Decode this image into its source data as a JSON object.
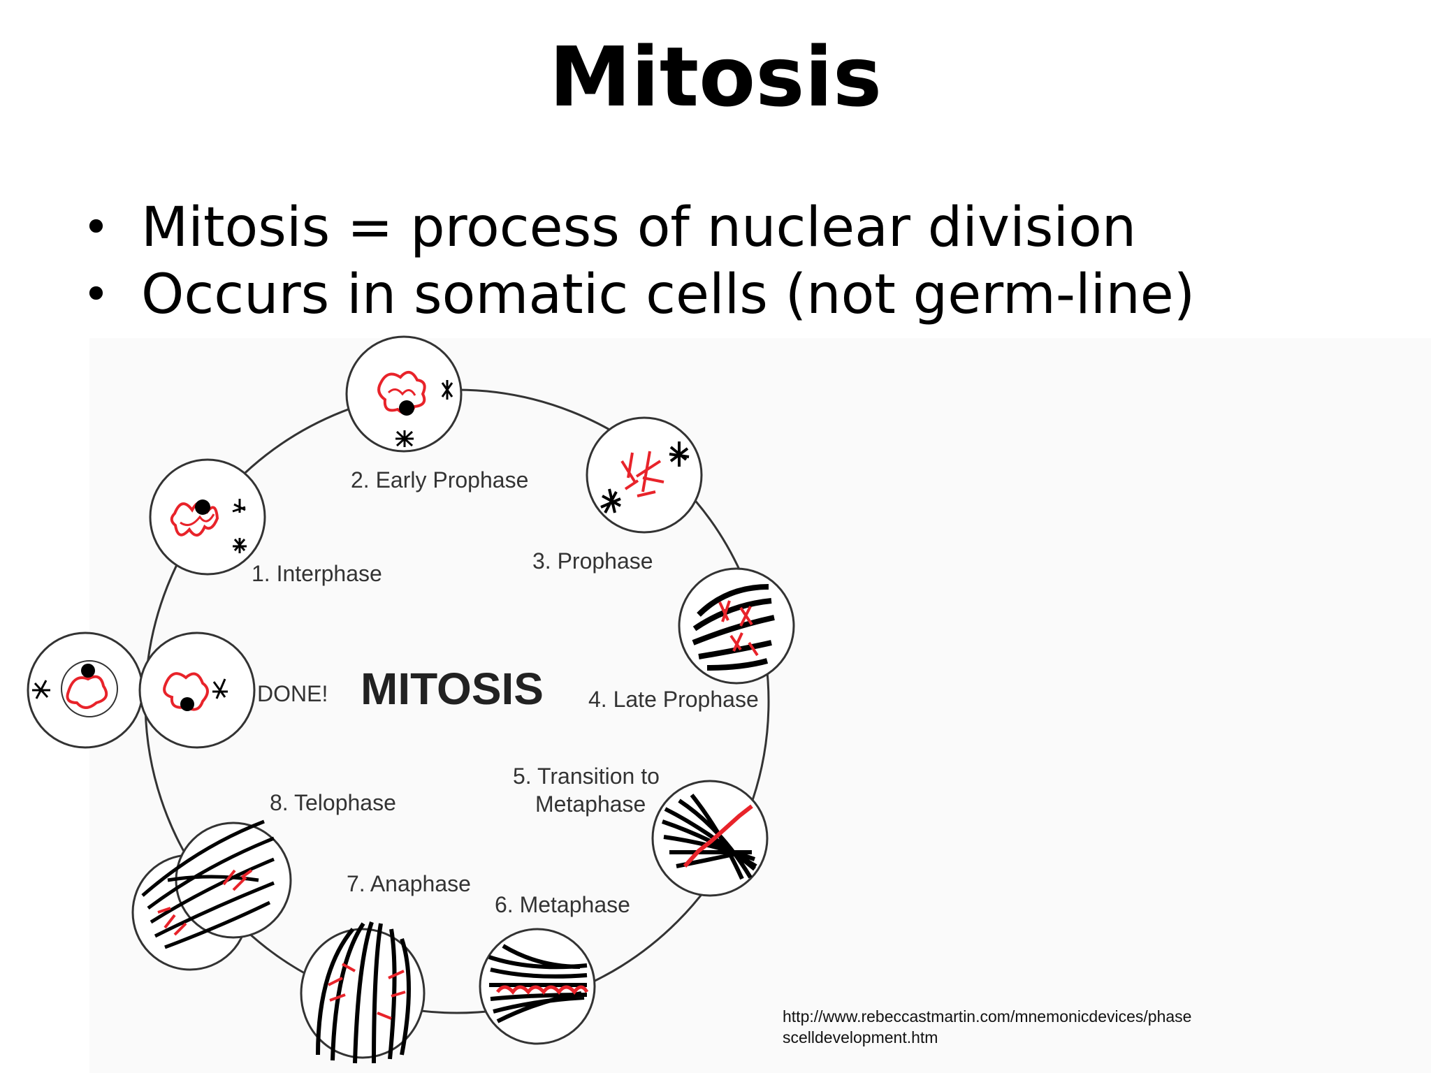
{
  "slide": {
    "title": "Mitosis",
    "bullets": [
      "Mitosis = process of nuclear division",
      "Occurs in somatic cells (not germ-line)"
    ]
  },
  "diagram": {
    "center_label": "MITOSIS",
    "stages": [
      {
        "label": "1. Interphase"
      },
      {
        "label": "2. Early Prophase"
      },
      {
        "label": "3. Prophase"
      },
      {
        "label": "4. Late Prophase"
      },
      {
        "label": "5. Transition to",
        "label2": "Metaphase"
      },
      {
        "label": "6. Metaphase"
      },
      {
        "label": "7. Anaphase"
      },
      {
        "label": "8. Telophase"
      },
      {
        "label": "DONE!"
      }
    ],
    "colors": {
      "chromosome": "#e8232a",
      "spindle": "#000000",
      "outline": "#333333"
    }
  },
  "source": {
    "line1": "http://www.rebeccastmartin.com/mnemonicdevices/phase",
    "line2": "scelldevelopment.htm"
  }
}
